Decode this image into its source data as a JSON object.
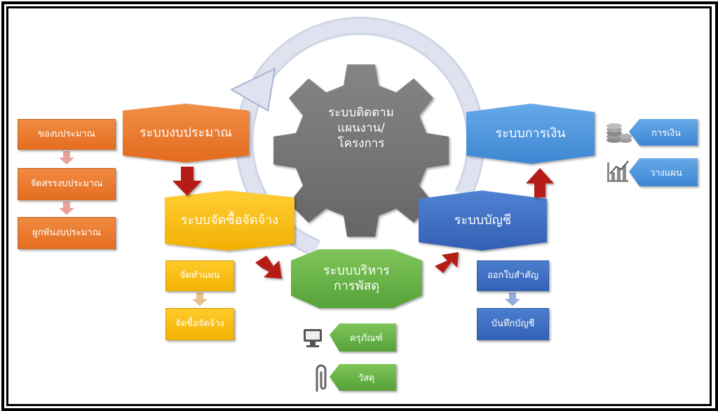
{
  "center": {
    "line1": "ระบบติดตาม",
    "line2": "แผนงาน/",
    "line3": "โครงการ"
  },
  "systems": {
    "budget": "ระบบงบประมาณ",
    "procurement": "ระบบจัดซื้อจัดจ้าง",
    "supplies": {
      "line1": "ระบบบริหาร",
      "line2": "การพัสดุ"
    },
    "accounting": "ระบบบัญชี",
    "finance": "ระบบการเงิน"
  },
  "budget_steps": [
    "ของบประมาณ",
    "จัดสรรงบประมาณ",
    "ผูกพันงบประมาณ"
  ],
  "procurement_steps": [
    "จัดทำแผน",
    "จัดซื้อจัดจ้าง"
  ],
  "accounting_steps": [
    "ออกใบสำคัญ",
    "บันทึกบัญชี"
  ],
  "finance_tags": [
    "การเงิน",
    "วางแผน"
  ],
  "supplies_tags": [
    "ครุภัณฑ์",
    "วัสดุ"
  ],
  "colors": {
    "orange": "#e87a2e",
    "yellow": "#f7bc00",
    "green": "#62ad41",
    "blue": "#3b6cc0",
    "light_blue": "#4a94dc",
    "gear": "#777777",
    "ring": "#c9d0e4",
    "arrow_red": "#b51c18"
  },
  "icons": [
    "coins-icon",
    "chart-icon",
    "computer-icon",
    "paperclip-icon"
  ]
}
